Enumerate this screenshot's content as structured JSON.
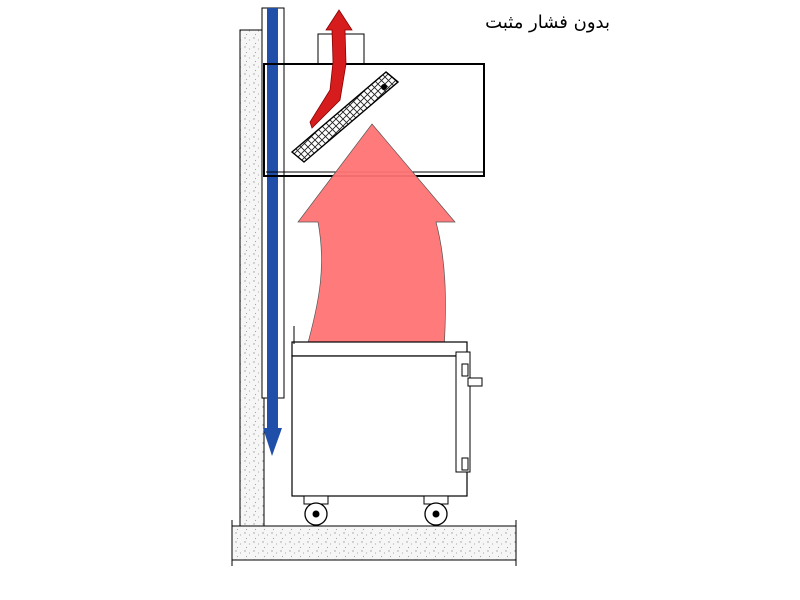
{
  "caption": {
    "text": "بدون  فشار مثبت"
  },
  "colors": {
    "background": "#ffffff",
    "outline": "#000000",
    "heat_plume": "#ff7373",
    "exhaust_arrow": "#d61c1c",
    "supply_duct": "#1f4fa8",
    "wall_fill": "#f4f4f4",
    "floor_fill": "#f2f2f2"
  },
  "icons": {
    "heat_plume": "large-upward-arrow",
    "exhaust": "upward-arrow",
    "supply_air": "downward-arrow",
    "filter": "hatched-filter"
  }
}
